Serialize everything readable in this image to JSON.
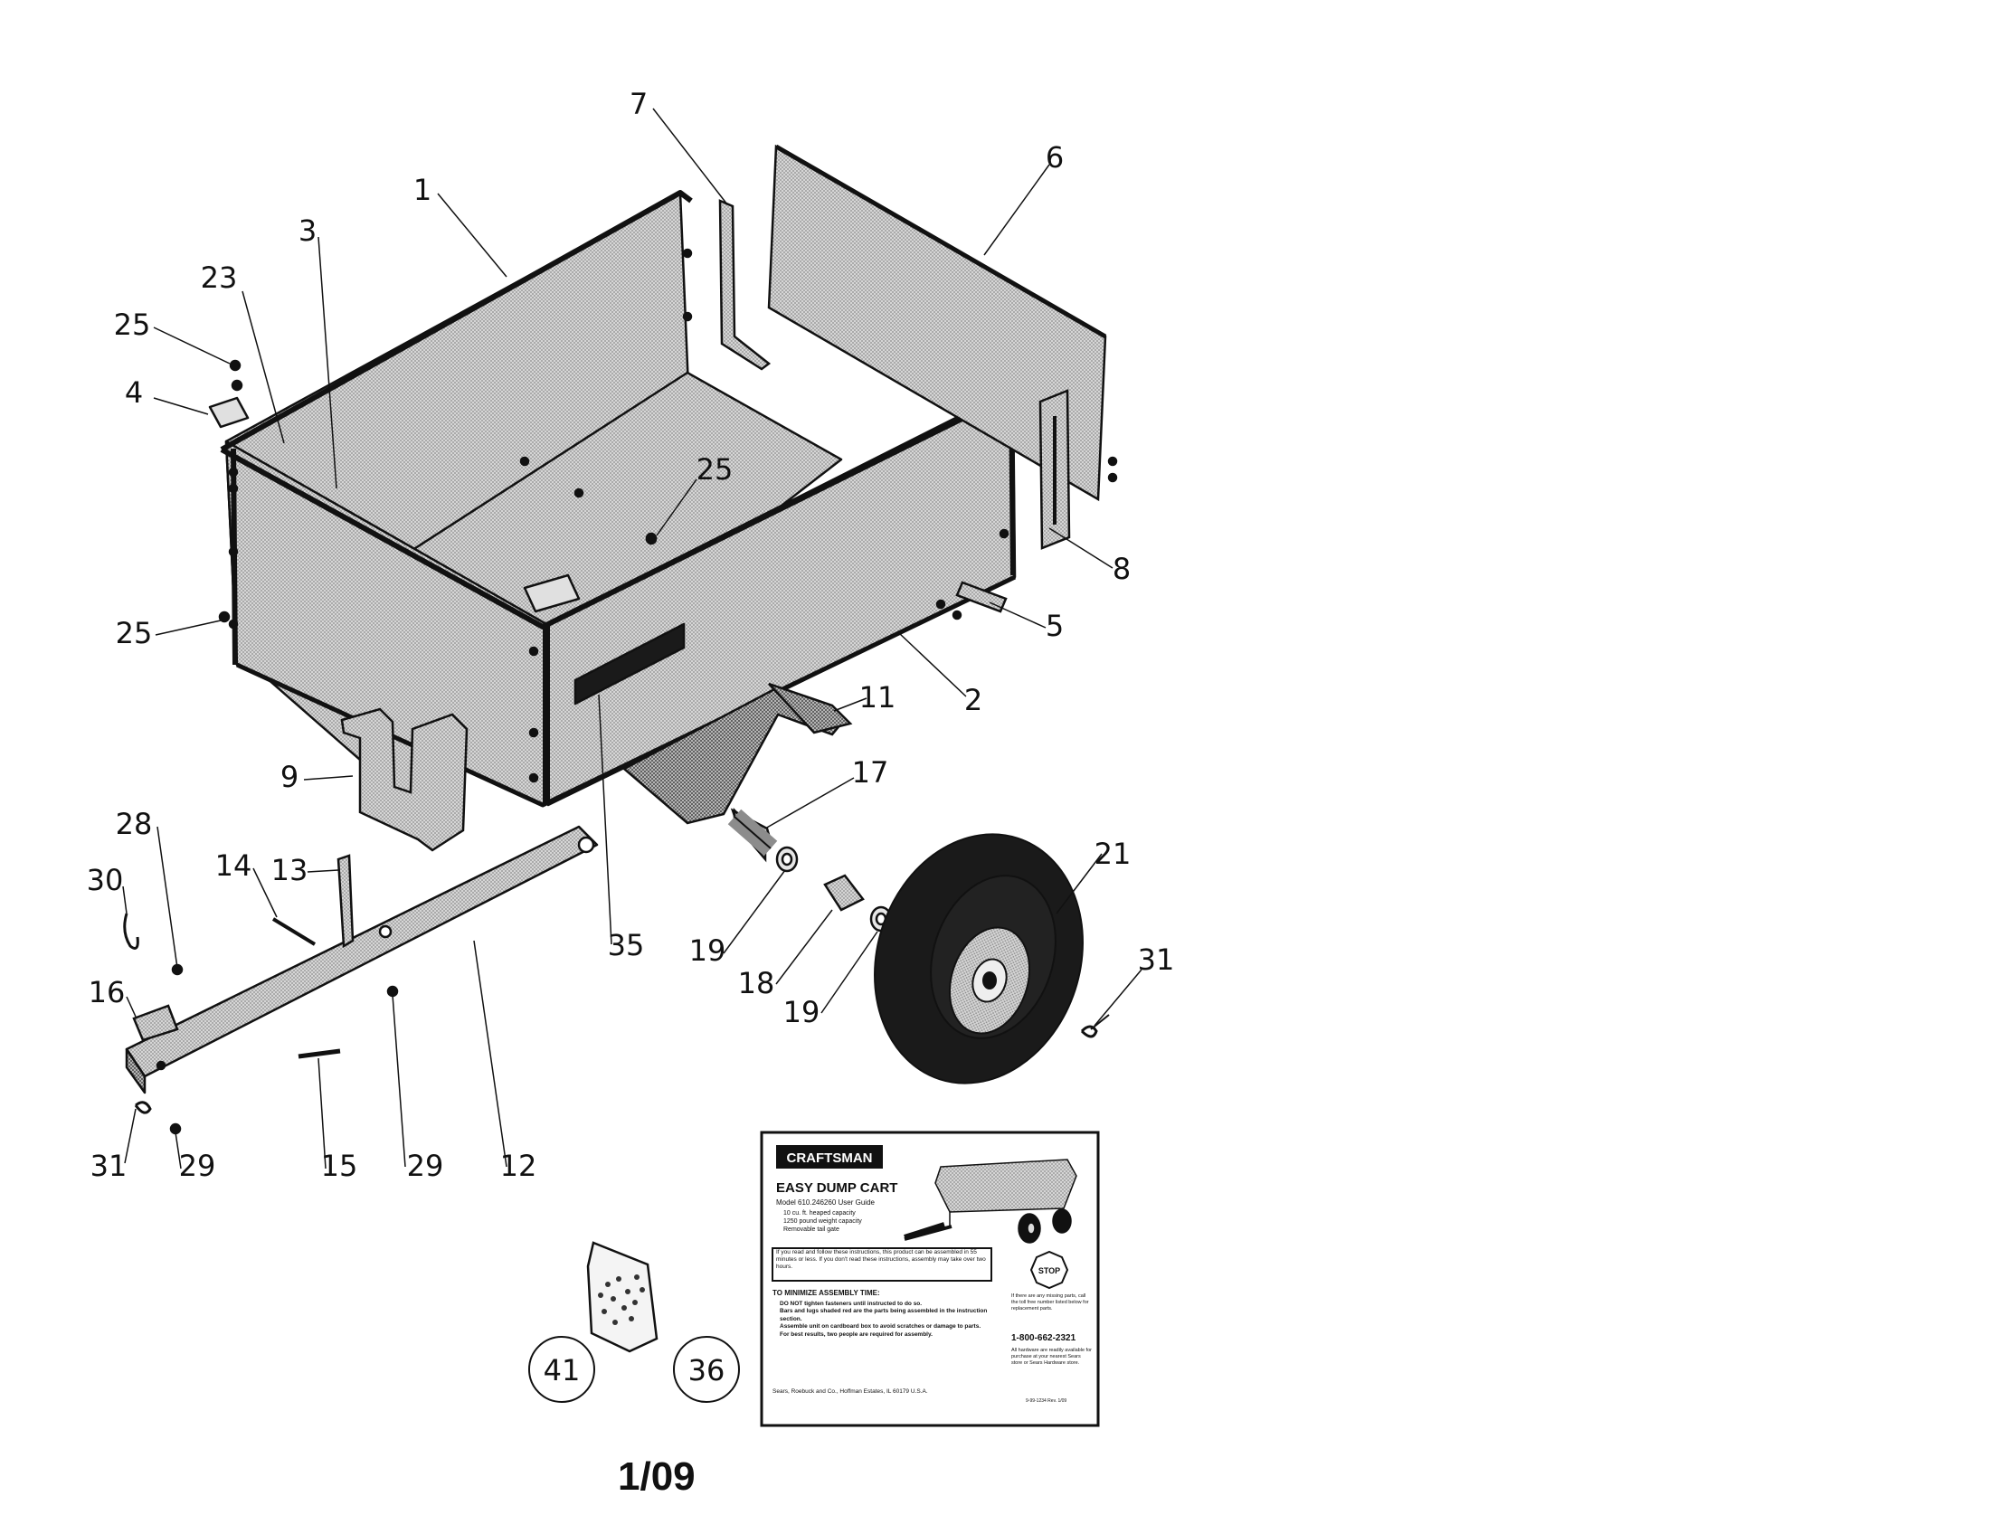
{
  "callouts": [
    "7",
    "6",
    "1",
    "3",
    "23",
    "25",
    "4",
    "25",
    "8",
    "5",
    "25",
    "11",
    "2",
    "9",
    "17",
    "21",
    "28",
    "14",
    "13",
    "30",
    "35",
    "19",
    "18",
    "19",
    "31",
    "16",
    "31",
    "29",
    "15",
    "29",
    "12"
  ],
  "circled_items": [
    "41",
    "36"
  ],
  "manual": {
    "brand": "CRAFTSMAN",
    "title": "EASY DUMP CART",
    "model_line": "Model 610.246260 User Guide",
    "features": [
      "10 cu. ft. heaped capacity",
      "1250 pound weight capacity",
      "Removable tail gate"
    ],
    "notice": "If you read and follow these instructions, this product can be assembled in 55 minutes or less. If you don't read these instructions, assembly may take over two hours.",
    "assembly_heading": "TO MINIMIZE ASSEMBLY TIME:",
    "assembly_items": [
      "DO NOT tighten fasteners until instructed to do so.",
      "Bars and lugs shaded red are the parts being assembled in the instruction section.",
      "Assemble unit on cardboard box to avoid scratches or damage to parts.",
      "For best results, two people are required for assembly."
    ],
    "stop_label": "STOP",
    "side_note": "If there are any missing parts, call the toll free number listed below for replacement parts.",
    "phone": "1-800-662-2321",
    "side_note2": "All hardware are readily available for purchase at your nearest Sears store or Sears Hardware store.",
    "footer": "Sears, Roebuck and Co., Hoffman Estates, IL 60179 U.S.A.",
    "footer_code": "9-99-1234 Rev. 1/09"
  },
  "page_label": "1/09"
}
